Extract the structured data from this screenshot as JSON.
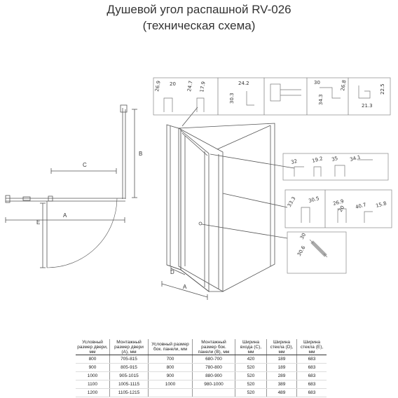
{
  "title_line1": "Душевой угол распашной RV-026",
  "title_line2": "(техническая схема)",
  "plan_labels": {
    "c": "C",
    "b": "B",
    "a": "A",
    "e": "E"
  },
  "iso_labels": {
    "d": "D",
    "a": "A"
  },
  "detail_dims": {
    "d1": [
      "26.9",
      "20",
      "24.7",
      "17.9"
    ],
    "d2": [
      "24.2",
      "30.3"
    ],
    "d3": [
      "30",
      "26.8",
      "34.3",
      "22.5",
      "21.3"
    ],
    "d4": [
      "32",
      "19.2",
      "35",
      "34.1"
    ],
    "d5": [
      "33.3",
      "30.5",
      "26.9",
      "20",
      "40.7",
      "15.8"
    ],
    "d6": [
      "30",
      "30.6"
    ]
  },
  "table": {
    "headers": [
      "Условный размер двери, мм",
      "Монтажный размер двери (A), мм",
      "Условный размер бок. панели, мм",
      "Монтажный размер бок. панели (B), мм",
      "Ширина входа (C), мм",
      "Ширина стекла (D), мм",
      "Ширина стекла (E), мм"
    ],
    "rows": [
      [
        "800",
        "705-815",
        "700",
        "680-700",
        "420",
        "189",
        "683"
      ],
      [
        "900",
        "805-915",
        "800",
        "780-800",
        "520",
        "189",
        "683"
      ],
      [
        "1000",
        "905-1015",
        "900",
        "880-900",
        "520",
        "289",
        "683"
      ],
      [
        "1100",
        "1005-1115",
        "1000",
        "980-1000",
        "520",
        "389",
        "683"
      ],
      [
        "1200",
        "1105-1215",
        "",
        "",
        "520",
        "489",
        "683"
      ]
    ]
  },
  "colors": {
    "line": "#555555",
    "accent": "#2a6f6f"
  }
}
